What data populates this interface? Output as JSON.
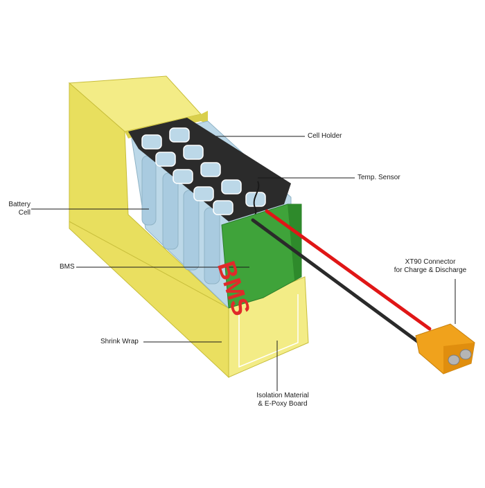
{
  "labels": {
    "cell_holder": "Cell Holder",
    "temp_sensor": "Temp. Sensor",
    "battery_cell": "Battery\nCell",
    "bms": "BMS",
    "xt90": "XT90 Connector\nfor Charge & Discharge",
    "shrink_wrap": "Shrink Wrap",
    "isolation": "Isolation Material\n& E-Poxy Board",
    "bms_board_text": "BMS"
  },
  "colors": {
    "shrink_wrap": "#f0e878",
    "shrink_wrap_shade": "#d9cf4c",
    "cell": "#b9d6e6",
    "cell_holder": "#2b2b2b",
    "bms_board": "#3fa33a",
    "bms_text": "#e02a2a",
    "wire_red": "#e01616",
    "wire_black": "#2a2a2a",
    "connector": "#f0a21c"
  }
}
